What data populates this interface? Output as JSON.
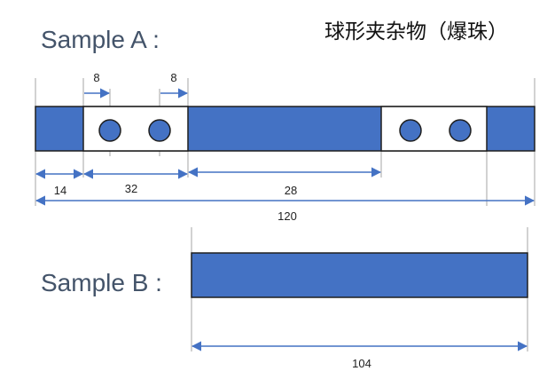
{
  "title": "球形夹杂物（爆珠）",
  "sample_a": {
    "label": "Sample A :",
    "dims": {
      "hole_left": "8",
      "hole_right": "8",
      "end": "14",
      "pitch": "32",
      "gap": "28",
      "total": "120"
    }
  },
  "sample_b": {
    "label": "Sample B :",
    "dims": {
      "total": "104"
    }
  },
  "colors": {
    "bar_fill": "#4472c4",
    "dimension_arrows": "#4472c4"
  }
}
